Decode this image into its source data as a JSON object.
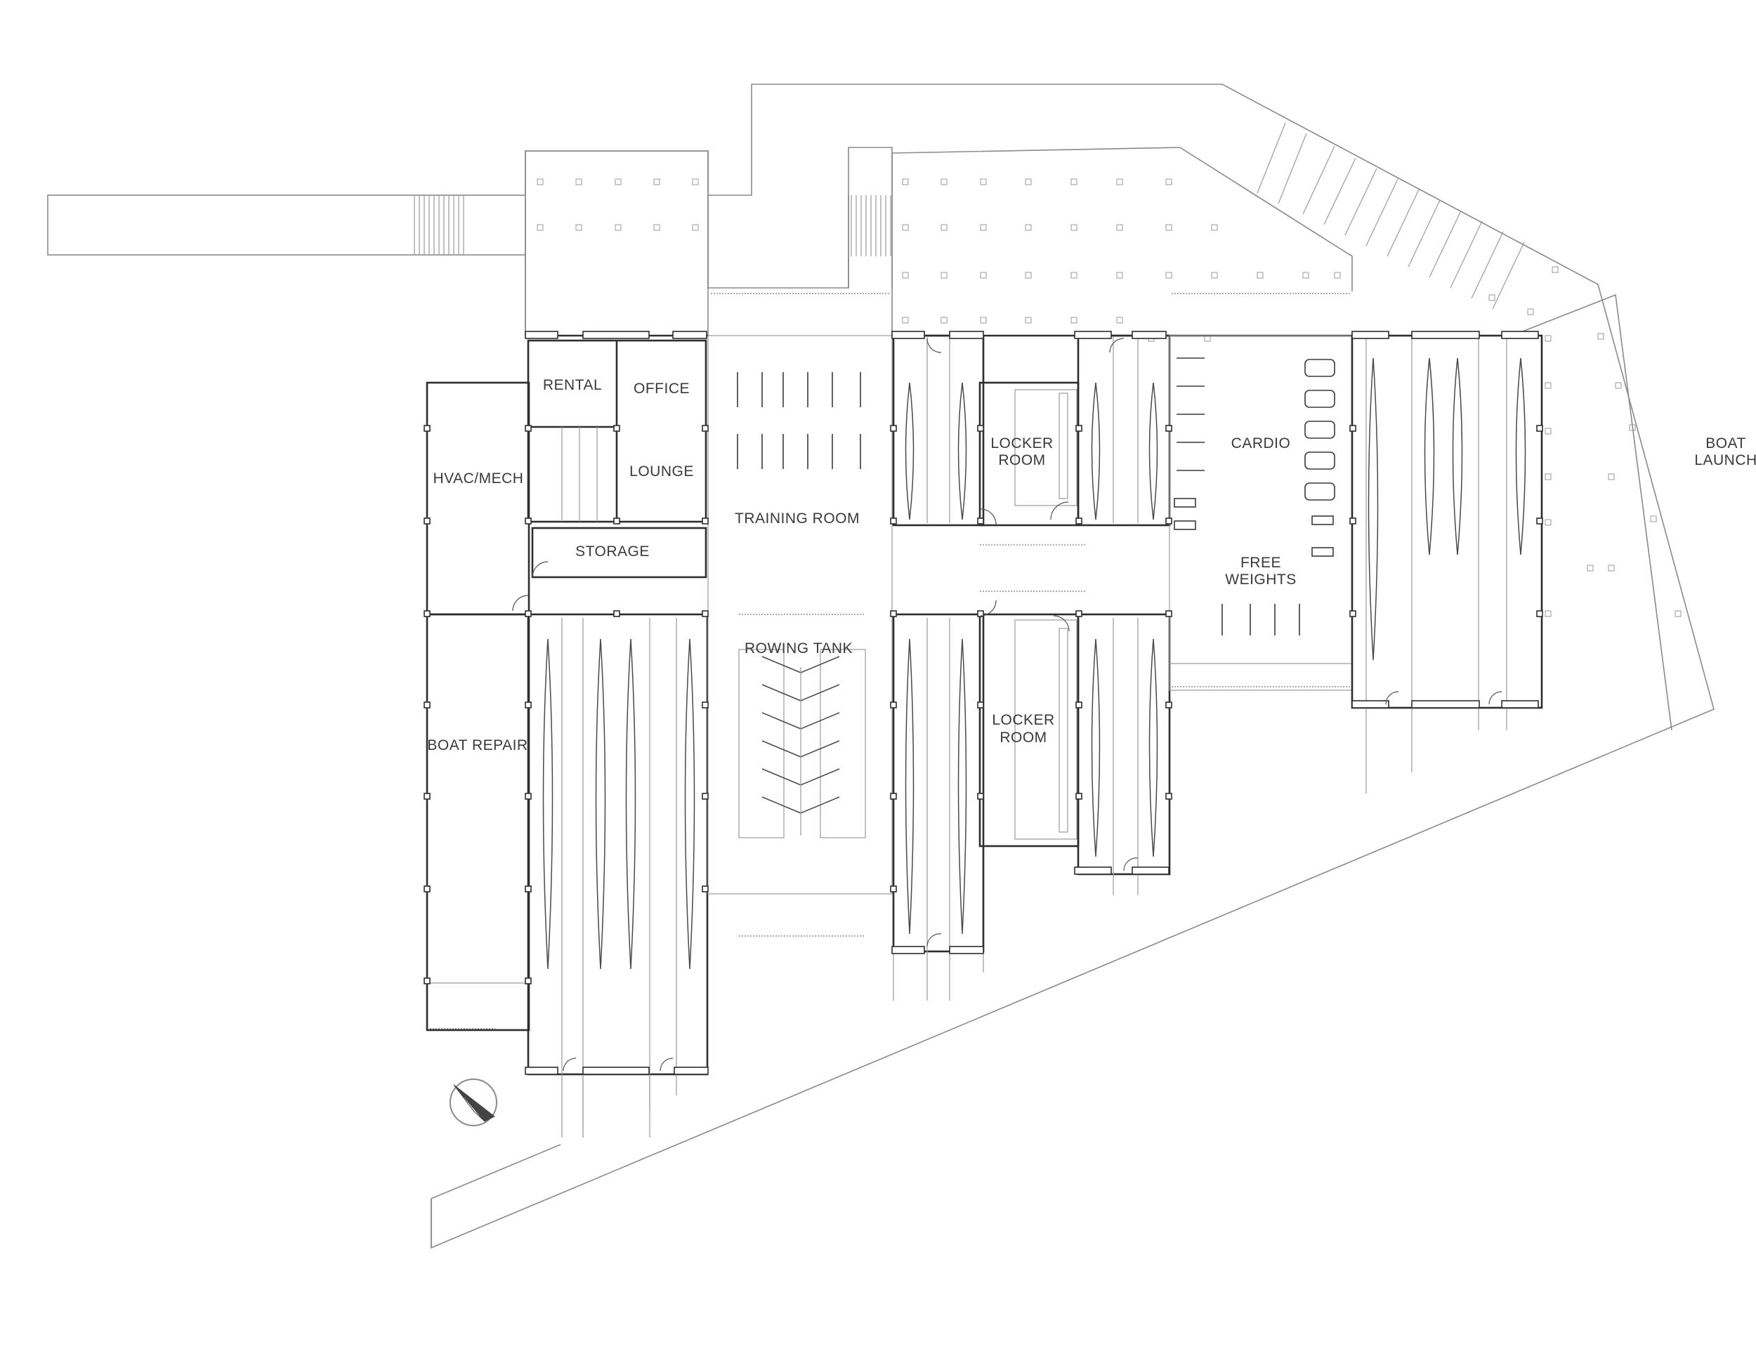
{
  "rooms": {
    "rental": "RENTAL",
    "office": "OFFICE",
    "lounge": "LOUNGE",
    "hvac": "HVAC/MECH",
    "storage": "STORAGE",
    "training": "TRAINING ROOM",
    "rowing_tank": "ROWING TANK",
    "boat_repair": "BOAT REPAIR",
    "locker_upper_1": "LOCKER",
    "locker_upper_2": "ROOM",
    "locker_lower_1": "LOCKER",
    "locker_lower_2": "ROOM",
    "cardio": "CARDIO",
    "free_weights_1": "FREE",
    "free_weights_2": "WEIGHTS",
    "boat_launch_1": "BOAT",
    "boat_launch_2": "LAUNCH"
  },
  "icons": {
    "north_arrow": "north-arrow-icon"
  },
  "colors": {
    "line": "#2d2d2d",
    "light_line": "#9a9a9a",
    "background": "#ffffff"
  }
}
